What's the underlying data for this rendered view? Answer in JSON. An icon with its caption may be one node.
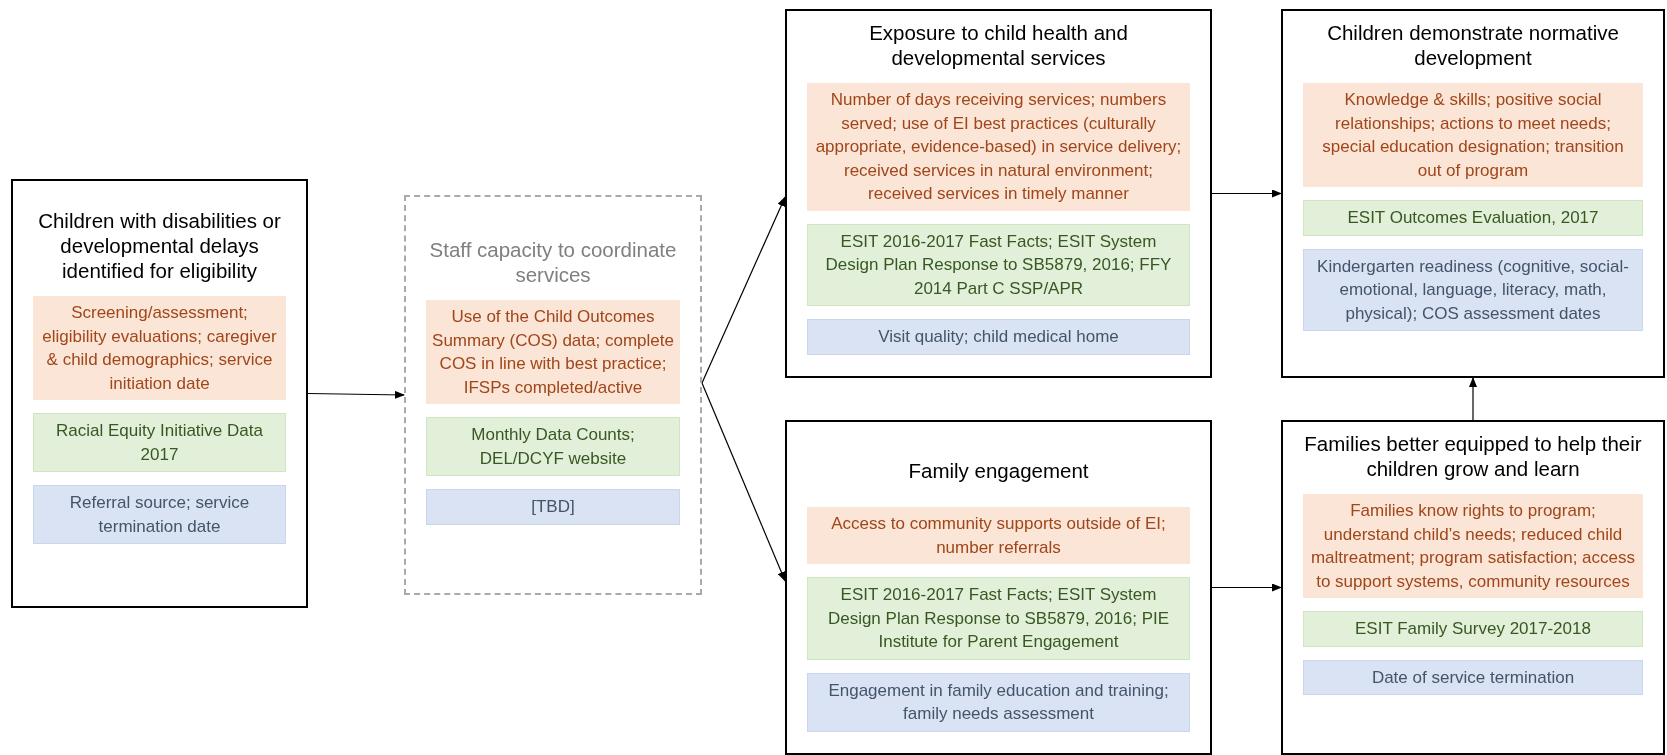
{
  "diagram": {
    "nodes": [
      {
        "text": [
          "Children with disabilities or developmental delays identified for eligibility"
        ]
      },
      {
        "text": [
          "Screening/assessment; eligibility evaluations; caregiver & child demographics; service initiation date"
        ],
        "in": 0
      },
      {
        "text": [
          "Racial Equity Initiative Data 2017"
        ],
        "in": 0
      },
      {
        "text": [
          "Referral source; service termination date"
        ],
        "in": 0
      },
      {
        "text": [
          "Staff capacity to coordinate services"
        ]
      },
      {
        "text": [
          "Use of the Child Outcomes Summary (COS) data; complete COS in line with best practice; IFSPs completed/active"
        ],
        "in": 4
      },
      {
        "text": [
          "Monthly Data Counts; DEL/DCYF website"
        ],
        "in": 4
      },
      {
        "text": [
          "[TBD]"
        ],
        "in": 4
      },
      {
        "text": [
          "Exposure to child health and developmental services"
        ]
      },
      {
        "text": [
          "Number of days receiving services; numbers served; use of EI best practices (culturally appropriate, evidence-based) in service delivery; received services in natural environment; received services in timely manner"
        ],
        "in": 8
      },
      {
        "text": [
          "ESIT 2016-2017 Fast Facts; ESIT System Design Plan Response to SB5879, 2016; FFY 2014 Part C SSP/APR"
        ],
        "in": 8
      },
      {
        "text": [
          "Visit quality; child medical home"
        ],
        "in": 8
      },
      {
        "text": [
          "Children demonstrate normative development"
        ]
      },
      {
        "text": [
          "Knowledge & skills; positive social relationships; actions to meet needs; special education designation; transition out of program"
        ],
        "in": 12
      },
      {
        "text": [
          "ESIT Outcomes Evaluation, 2017"
        ],
        "in": 12
      },
      {
        "text": [
          "Kindergarten readiness (cognitive, social-emotional, language, literacy, math, physical); COS assessment dates"
        ],
        "in": 12
      },
      {
        "text": [
          "Family engagement"
        ]
      },
      {
        "text": [
          "Access to community supports outside of EI; number referrals"
        ],
        "in": 16
      },
      {
        "text": [
          "ESIT 2016-2017 Fast Facts; ESIT System Design Plan Response to SB5879, 2016; PIE Institute for Parent Engagement"
        ],
        "in": 16
      },
      {
        "text": [
          "Engagement in family education and training; family needs assessment"
        ],
        "in": 16
      },
      {
        "text": [
          "Families better equipped to help their children grow and learn"
        ]
      },
      {
        "text": [
          "Families know rights to program; understand child’s needs; reduced child maltreatment; program satisfaction; access to support systems, community resources"
        ],
        "in": 20
      },
      {
        "text": [
          "ESIT Family Survey 2017-2018"
        ],
        "in": 20
      },
      {
        "text": [
          "Date of service termination"
        ],
        "in": 20
      }
    ],
    "edges": [
      {
        "from": 0,
        "to": 4,
        "arrow": "to"
      },
      {
        "from": 4,
        "to": 8,
        "arrow": "to"
      },
      {
        "from": 4,
        "to": 16,
        "arrow": "to"
      },
      {
        "from": 8,
        "to": 12,
        "arrow": "to"
      },
      {
        "from": 16,
        "to": 20,
        "arrow": "to"
      },
      {
        "from": 20,
        "to": 12,
        "arrow": "to"
      }
    ]
  }
}
